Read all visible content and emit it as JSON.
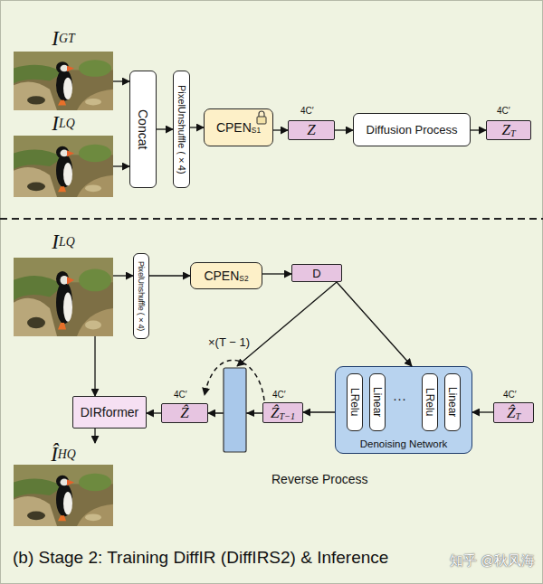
{
  "diagram": {
    "caption": "(b) Stage 2: Training DiffIR (DiffIRS2) & Inference",
    "nodes": [
      {
        "text": [
          "I",
          "GT"
        ]
      },
      {
        "text": [
          "I",
          "LQ"
        ]
      },
      {
        "text": [
          "Concat"
        ]
      },
      {
        "text": [
          "PixelUnshuffle (×4)"
        ]
      },
      {
        "text": [
          "CPEN",
          "S1"
        ]
      },
      {
        "text": [
          "Z"
        ]
      },
      {
        "text": [
          "Diffusion Process"
        ]
      },
      {
        "text": [
          "Z",
          "T"
        ]
      },
      {
        "text": [
          "I",
          "LQ"
        ]
      },
      {
        "text": [
          "PixelUnshuffle (×4)"
        ]
      },
      {
        "text": [
          "CPEN",
          "S2"
        ]
      },
      {
        "text": [
          "D"
        ]
      },
      {
        "text": [
          "Denoising Network"
        ]
      },
      {
        "text": [
          "LRelu"
        ],
        "in": 12
      },
      {
        "text": [
          "Linear"
        ],
        "in": 12
      },
      {
        "text": [
          "LRelu"
        ],
        "in": 12
      },
      {
        "text": [
          "Linear"
        ],
        "in": 12
      },
      {
        "text": [
          "Ẑ",
          "T"
        ]
      },
      {
        "text": [
          "Ẑ",
          "T−1"
        ]
      },
      {
        "text": [
          "Ẑ"
        ]
      },
      {
        "text": [
          "DIRformer"
        ]
      },
      {
        "text": [
          "Î",
          "HQ"
        ]
      }
    ],
    "edges": [
      {
        "from": 0,
        "to": 2,
        "arrow": "to"
      },
      {
        "from": 1,
        "to": 2,
        "arrow": "to"
      },
      {
        "from": 2,
        "to": 3,
        "arrow": "to"
      },
      {
        "from": 3,
        "to": 4,
        "arrow": "to"
      },
      {
        "from": 4,
        "to": 5,
        "arrow": "to"
      },
      {
        "from": 5,
        "to": 6,
        "arrow": "to"
      },
      {
        "from": 6,
        "to": 7,
        "arrow": "to"
      },
      {
        "from": 8,
        "to": 9,
        "arrow": "to"
      },
      {
        "from": 9,
        "to": 10,
        "arrow": "to"
      },
      {
        "from": 10,
        "to": 11,
        "arrow": "to"
      },
      {
        "from": 11,
        "to": 12,
        "arrow": "to"
      },
      {
        "from": 17,
        "to": 12,
        "arrow": "to"
      },
      {
        "from": 12,
        "to": 18,
        "arrow": "to"
      },
      {
        "from": 18,
        "to": 19,
        "arrow": "to"
      },
      {
        "from": 19,
        "to": 20,
        "arrow": "to"
      },
      {
        "from": 8,
        "to": 20,
        "arrow": "to"
      },
      {
        "from": 20,
        "to": 21,
        "arrow": "to"
      }
    ],
    "labels": [
      "4C′",
      "4C′",
      "×(T − 1)",
      "4C′",
      "4C′",
      "4C′",
      "···",
      "Reverse Process",
      "知乎 @秋风海"
    ]
  }
}
